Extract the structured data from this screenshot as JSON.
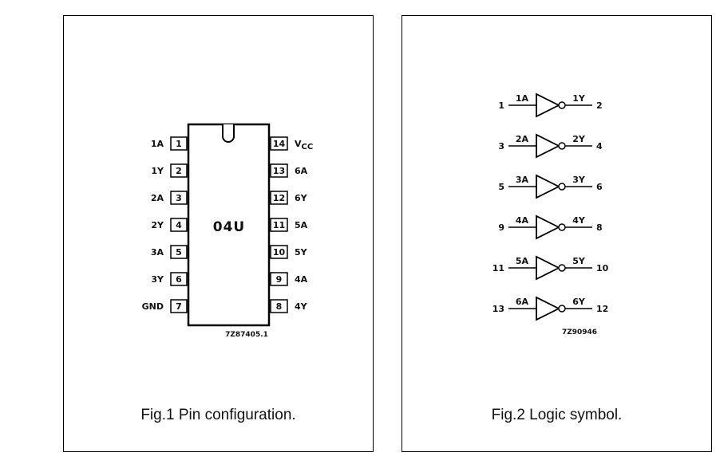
{
  "fig1": {
    "caption": "Fig.1  Pin configuration.",
    "chip_label": "04U",
    "code": "7Z87405.1",
    "left_pins": [
      {
        "num": "1",
        "label": "1A"
      },
      {
        "num": "2",
        "label": "1Y"
      },
      {
        "num": "3",
        "label": "2A"
      },
      {
        "num": "4",
        "label": "2Y"
      },
      {
        "num": "5",
        "label": "3A"
      },
      {
        "num": "6",
        "label": "3Y"
      },
      {
        "num": "7",
        "label": "GND"
      }
    ],
    "right_pins": [
      {
        "num": "14",
        "label": "V",
        "sub": "CC"
      },
      {
        "num": "13",
        "label": "6A"
      },
      {
        "num": "12",
        "label": "6Y"
      },
      {
        "num": "11",
        "label": "5A"
      },
      {
        "num": "10",
        "label": "5Y"
      },
      {
        "num": "9",
        "label": "4A"
      },
      {
        "num": "8",
        "label": "4Y"
      }
    ]
  },
  "fig2": {
    "caption": "Fig.2  Logic symbol.",
    "code": "7Z90946",
    "gates": [
      {
        "in_num": "1",
        "in_label": "1A",
        "out_label": "1Y",
        "out_num": "2"
      },
      {
        "in_num": "3",
        "in_label": "2A",
        "out_label": "2Y",
        "out_num": "4"
      },
      {
        "in_num": "5",
        "in_label": "3A",
        "out_label": "3Y",
        "out_num": "6"
      },
      {
        "in_num": "9",
        "in_label": "4A",
        "out_label": "4Y",
        "out_num": "8"
      },
      {
        "in_num": "11",
        "in_label": "5A",
        "out_label": "5Y",
        "out_num": "10"
      },
      {
        "in_num": "13",
        "in_label": "6A",
        "out_label": "6Y",
        "out_num": "12"
      }
    ]
  }
}
